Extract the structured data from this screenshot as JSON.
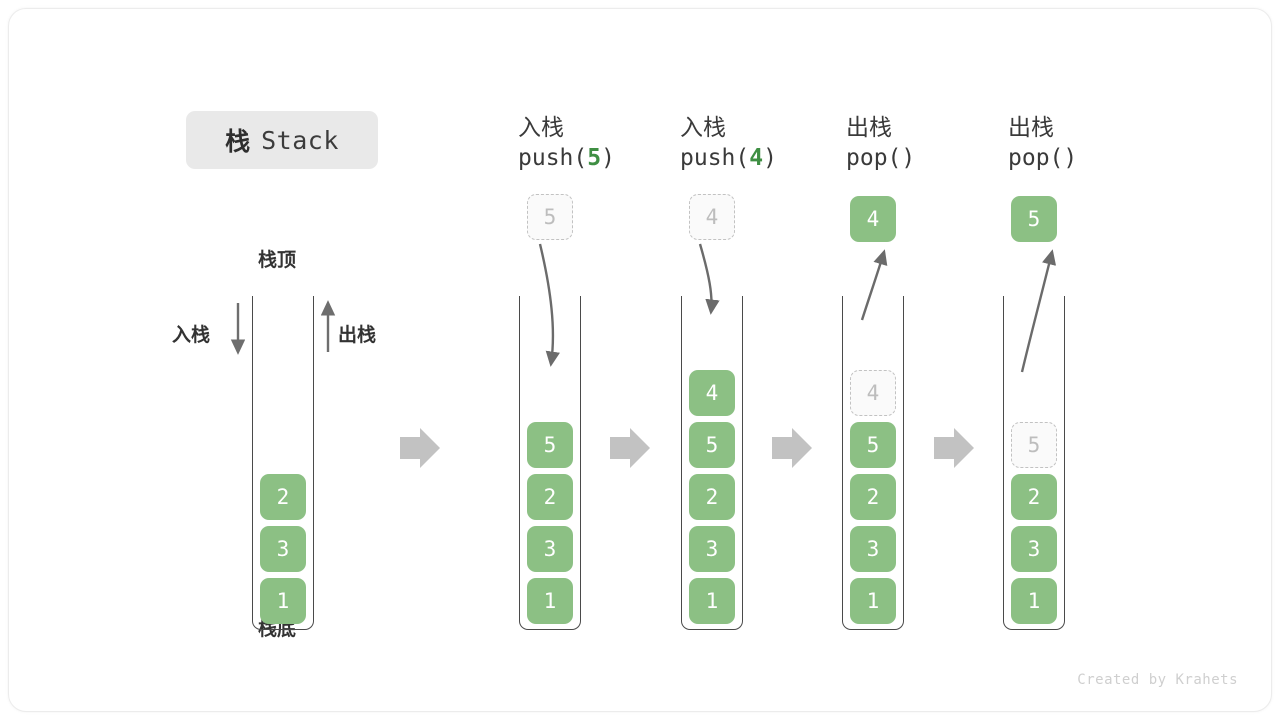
{
  "title": {
    "cn": "栈",
    "en": "Stack"
  },
  "labels": {
    "top": "栈顶",
    "bottom": "栈底",
    "push": "入栈",
    "pop": "出栈"
  },
  "colors": {
    "cell_green": "#8cc084",
    "code_highlight": "#3f8f43",
    "tube_stroke": "#4a4a4a",
    "ghost_border": "#c2c2c2",
    "flow_arrow": "#c0c0c0",
    "badge_bg": "#e9e9e9"
  },
  "credit": "Created by Krahets",
  "columns": [
    {
      "id": "initial",
      "heading_cn": "",
      "heading_code": "",
      "stack": [
        "2",
        "3",
        "1"
      ],
      "external": null,
      "ghost_in_stack": null
    },
    {
      "id": "push-5",
      "heading_cn": "入栈",
      "heading_code": "push(5)",
      "heading_code_prefix": "push(",
      "heading_code_value": "5",
      "heading_code_suffix": ")",
      "stack": [
        "5",
        "2",
        "3",
        "1"
      ],
      "external": {
        "value": "5",
        "style": "ghost"
      },
      "ghost_in_stack": null
    },
    {
      "id": "push-4",
      "heading_cn": "入栈",
      "heading_code": "push(4)",
      "heading_code_prefix": "push(",
      "heading_code_value": "4",
      "heading_code_suffix": ")",
      "stack": [
        "4",
        "5",
        "2",
        "3",
        "1"
      ],
      "external": {
        "value": "4",
        "style": "ghost"
      },
      "ghost_in_stack": null
    },
    {
      "id": "pop-4",
      "heading_cn": "出栈",
      "heading_code": "pop()",
      "heading_code_prefix": "pop(",
      "heading_code_value": "",
      "heading_code_suffix": ")",
      "stack": [
        "4",
        "5",
        "2",
        "3",
        "1"
      ],
      "external": {
        "value": "4",
        "style": "solid"
      },
      "ghost_in_stack": 0
    },
    {
      "id": "pop-5",
      "heading_cn": "出栈",
      "heading_code": "pop()",
      "heading_code_prefix": "pop(",
      "heading_code_value": "",
      "heading_code_suffix": ")",
      "stack": [
        "5",
        "2",
        "3",
        "1"
      ],
      "external": {
        "value": "5",
        "style": "solid"
      },
      "ghost_in_stack": 0
    }
  ]
}
